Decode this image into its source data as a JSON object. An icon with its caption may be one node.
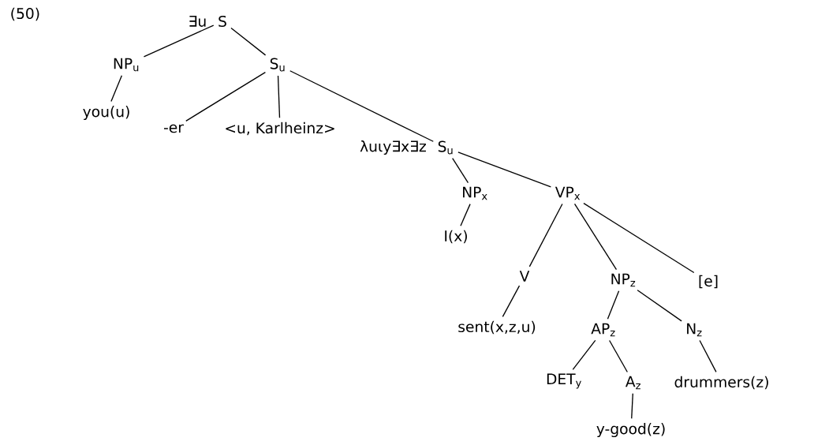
{
  "diagram": {
    "nodes": [
      {
        "text": [
          "S"
        ],
        "beside": [
          "∃u"
        ]
      },
      {
        "text": [
          "NP$_{u}$"
        ]
      },
      {
        "text": [
          "you(u)"
        ]
      },
      {
        "text": [
          "S$_{u}$"
        ]
      },
      {
        "text": [
          "-er"
        ]
      },
      {
        "text": [
          "<u, Karlheinz>"
        ]
      },
      {
        "text": [
          "S$_{u}$"
        ],
        "beside": [
          "λuιy∃x∃z"
        ]
      },
      {
        "text": [
          "NP$_{x}$"
        ]
      },
      {
        "text": [
          "I(x)"
        ]
      },
      {
        "text": [
          "VP$_{x}$"
        ]
      },
      {
        "text": [
          "V"
        ]
      },
      {
        "text": [
          "sent(x,z,u)"
        ]
      },
      {
        "text": [
          "NP$_{z}$"
        ]
      },
      {
        "text": [
          "[e]"
        ]
      },
      {
        "text": [
          "AP$_{z}$"
        ]
      },
      {
        "text": [
          "N$_{z}$"
        ]
      },
      {
        "text": [
          "DET$_{y}$"
        ]
      },
      {
        "text": [
          "A$_{z}$"
        ]
      },
      {
        "text": [
          "drummers(z)"
        ]
      },
      {
        "text": [
          "y-good(z)"
        ]
      }
    ],
    "edges": [
      {
        "from": 0,
        "to": 1,
        "arrow": "none"
      },
      {
        "from": 0,
        "to": 3,
        "arrow": "none"
      },
      {
        "from": 1,
        "to": 2,
        "arrow": "none"
      },
      {
        "from": 3,
        "to": 4,
        "arrow": "none"
      },
      {
        "from": 3,
        "to": 5,
        "arrow": "none"
      },
      {
        "from": 3,
        "to": 6,
        "arrow": "none"
      },
      {
        "from": 6,
        "to": 7,
        "arrow": "none"
      },
      {
        "from": 6,
        "to": 9,
        "arrow": "none"
      },
      {
        "from": 7,
        "to": 8,
        "arrow": "none"
      },
      {
        "from": 9,
        "to": 10,
        "arrow": "none"
      },
      {
        "from": 9,
        "to": 12,
        "arrow": "none"
      },
      {
        "from": 9,
        "to": 13,
        "arrow": "none"
      },
      {
        "from": 10,
        "to": 11,
        "arrow": "none"
      },
      {
        "from": 12,
        "to": 14,
        "arrow": "none"
      },
      {
        "from": 12,
        "to": 15,
        "arrow": "none"
      },
      {
        "from": 14,
        "to": 16,
        "arrow": "none"
      },
      {
        "from": 14,
        "to": 17,
        "arrow": "none"
      },
      {
        "from": 15,
        "to": 18,
        "arrow": "none"
      },
      {
        "from": 17,
        "to": 19,
        "arrow": "none"
      }
    ],
    "labels": [
      "(50)"
    ]
  }
}
